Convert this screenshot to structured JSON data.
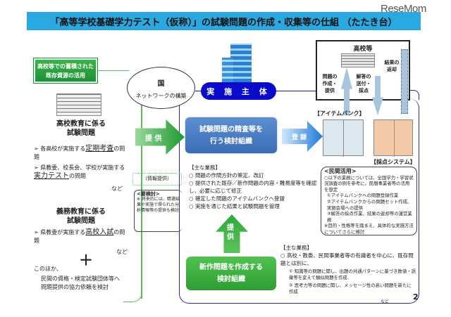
{
  "logo": "ReseMom",
  "title": "「高等学校基礎学力テスト（仮称）」の試験問題の作成・収集等の仕組 （たたき台）",
  "existing_resources": [
    "高校等での蓄積された",
    "既存資源の活用"
  ],
  "country": {
    "label": "国",
    "sub": "ネットワークの構築"
  },
  "implementer": "実 施 主 体",
  "school_box": {
    "title": "高校等",
    "up": [
      "問題の",
      "作成・",
      "提供"
    ],
    "down": [
      "解答の",
      "送付・",
      "採点"
    ],
    "return": [
      "結果の",
      "返却"
    ]
  },
  "high_school": {
    "heading": [
      "高校教育に係る",
      "試験問題"
    ],
    "items": [
      {
        "pre": "各高校が実施する",
        "em": "定期考査",
        "post": "の問題"
      },
      {
        "pre": "県教委、校長会、学校が実施する",
        "em": "実力テスト",
        "post": "の問題"
      }
    ],
    "etc": "など"
  },
  "compulsory": {
    "heading": [
      "義務教育に係る",
      "試験問題"
    ],
    "items": [
      {
        "pre": "県教委が実施する",
        "em": "高校入試",
        "post": "の問題"
      }
    ],
    "etc": "など"
  },
  "plus": "＋",
  "other": {
    "lead": "このほか、",
    "text": [
      "民間の資格・検定試験団体等へ",
      "問題提供の協力依頼を検討"
    ]
  },
  "arrows": {
    "provide": "提 供",
    "info": "（情報提供）",
    "register": "登 録",
    "provide_up": [
      "提",
      "供"
    ]
  },
  "review_note": {
    "title": "<要検討>",
    "text": "※ 将来的には、精選結果や実施で得られた分析情報等の提供も検討"
  },
  "review_org": [
    "試験問題の精査等を",
    "行う検討組織"
  ],
  "item_bank": "【アイテムバンク】",
  "scoring": "【採点システム】",
  "main_tasks": {
    "title": "【主な業務】",
    "items": [
      "問題の作問方針の策定、改訂",
      "提供された既存／新作問題の内容・難易度等を確認し、必要に応じて修正",
      "確定した問題のアイテムバンクへ登録",
      "実施を通じた結果と試験問題を管理"
    ]
  },
  "private": {
    "title": "<民間活用>",
    "lines": [
      "○以下の業務については、全国学力・学習状況調査の例を参考に、民間事業者等の活用を想定",
      "①アイテムバンクへの問題登録作業",
      "②アイテムバンクからの問題セット作成、実施会場への提供",
      "③解答の採点作業、結果の返却等の運営業務",
      "※目的・性格等を踏まえ、具体的な実施方法についてさらに検討"
    ]
  },
  "new_org": [
    "新作問題を作成する",
    "検討組織"
  ],
  "new_tasks": {
    "title": "【主な業務】",
    "lead": "高校・教委、民間事業者等の有識者を中心に、既存問題とは別に、",
    "items": [
      "① 知識等の問題に関し、出題の共通パターンに基づき数値・語彙等を変えて類似問題を作成",
      "② 思考力等の問題に関し、メッセージ性の高い問題を新たに作成"
    ],
    "etc": "など"
  },
  "page": "2",
  "colors": {
    "title_bg": "#2aa8df",
    "green": "#2e9d33",
    "navy": "#0a0acb",
    "blue_box": "#4a7ec4",
    "item_bank": "#dce8f0",
    "scoring": "#f3c9a8"
  }
}
